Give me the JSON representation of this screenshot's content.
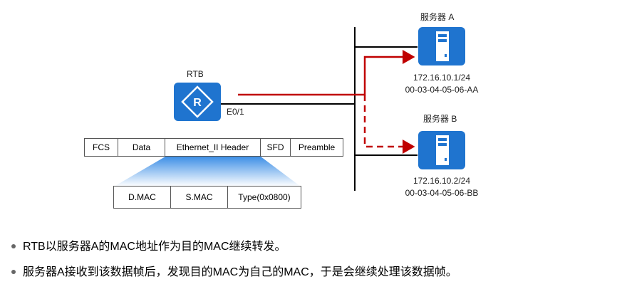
{
  "rtb": {
    "label": "RTB",
    "interface": "E0/1"
  },
  "server_a": {
    "label": "服务器 A",
    "ip": "172.16.10.1/24",
    "mac": "00-03-04-05-06-AA"
  },
  "server_b": {
    "label": "服务器 B",
    "ip": "172.16.10.2/24",
    "mac": "00-03-04-05-06-BB"
  },
  "frame": [
    "FCS",
    "Data",
    "Ethernet_II Header",
    "SFD",
    "Preamble"
  ],
  "header_fields": [
    "D.MAC",
    "S.MAC",
    "Type(0x0800)"
  ],
  "bullets": [
    "RTB以服务器A的MAC地址作为目的MAC继续转发。",
    "服务器A接收到该数据帧后，发现目的MAC为自己的MAC，于是会继续处理该数据帧。"
  ],
  "colors": {
    "device": "#1f74cf",
    "link": "#c00000",
    "bus": "#000000"
  }
}
